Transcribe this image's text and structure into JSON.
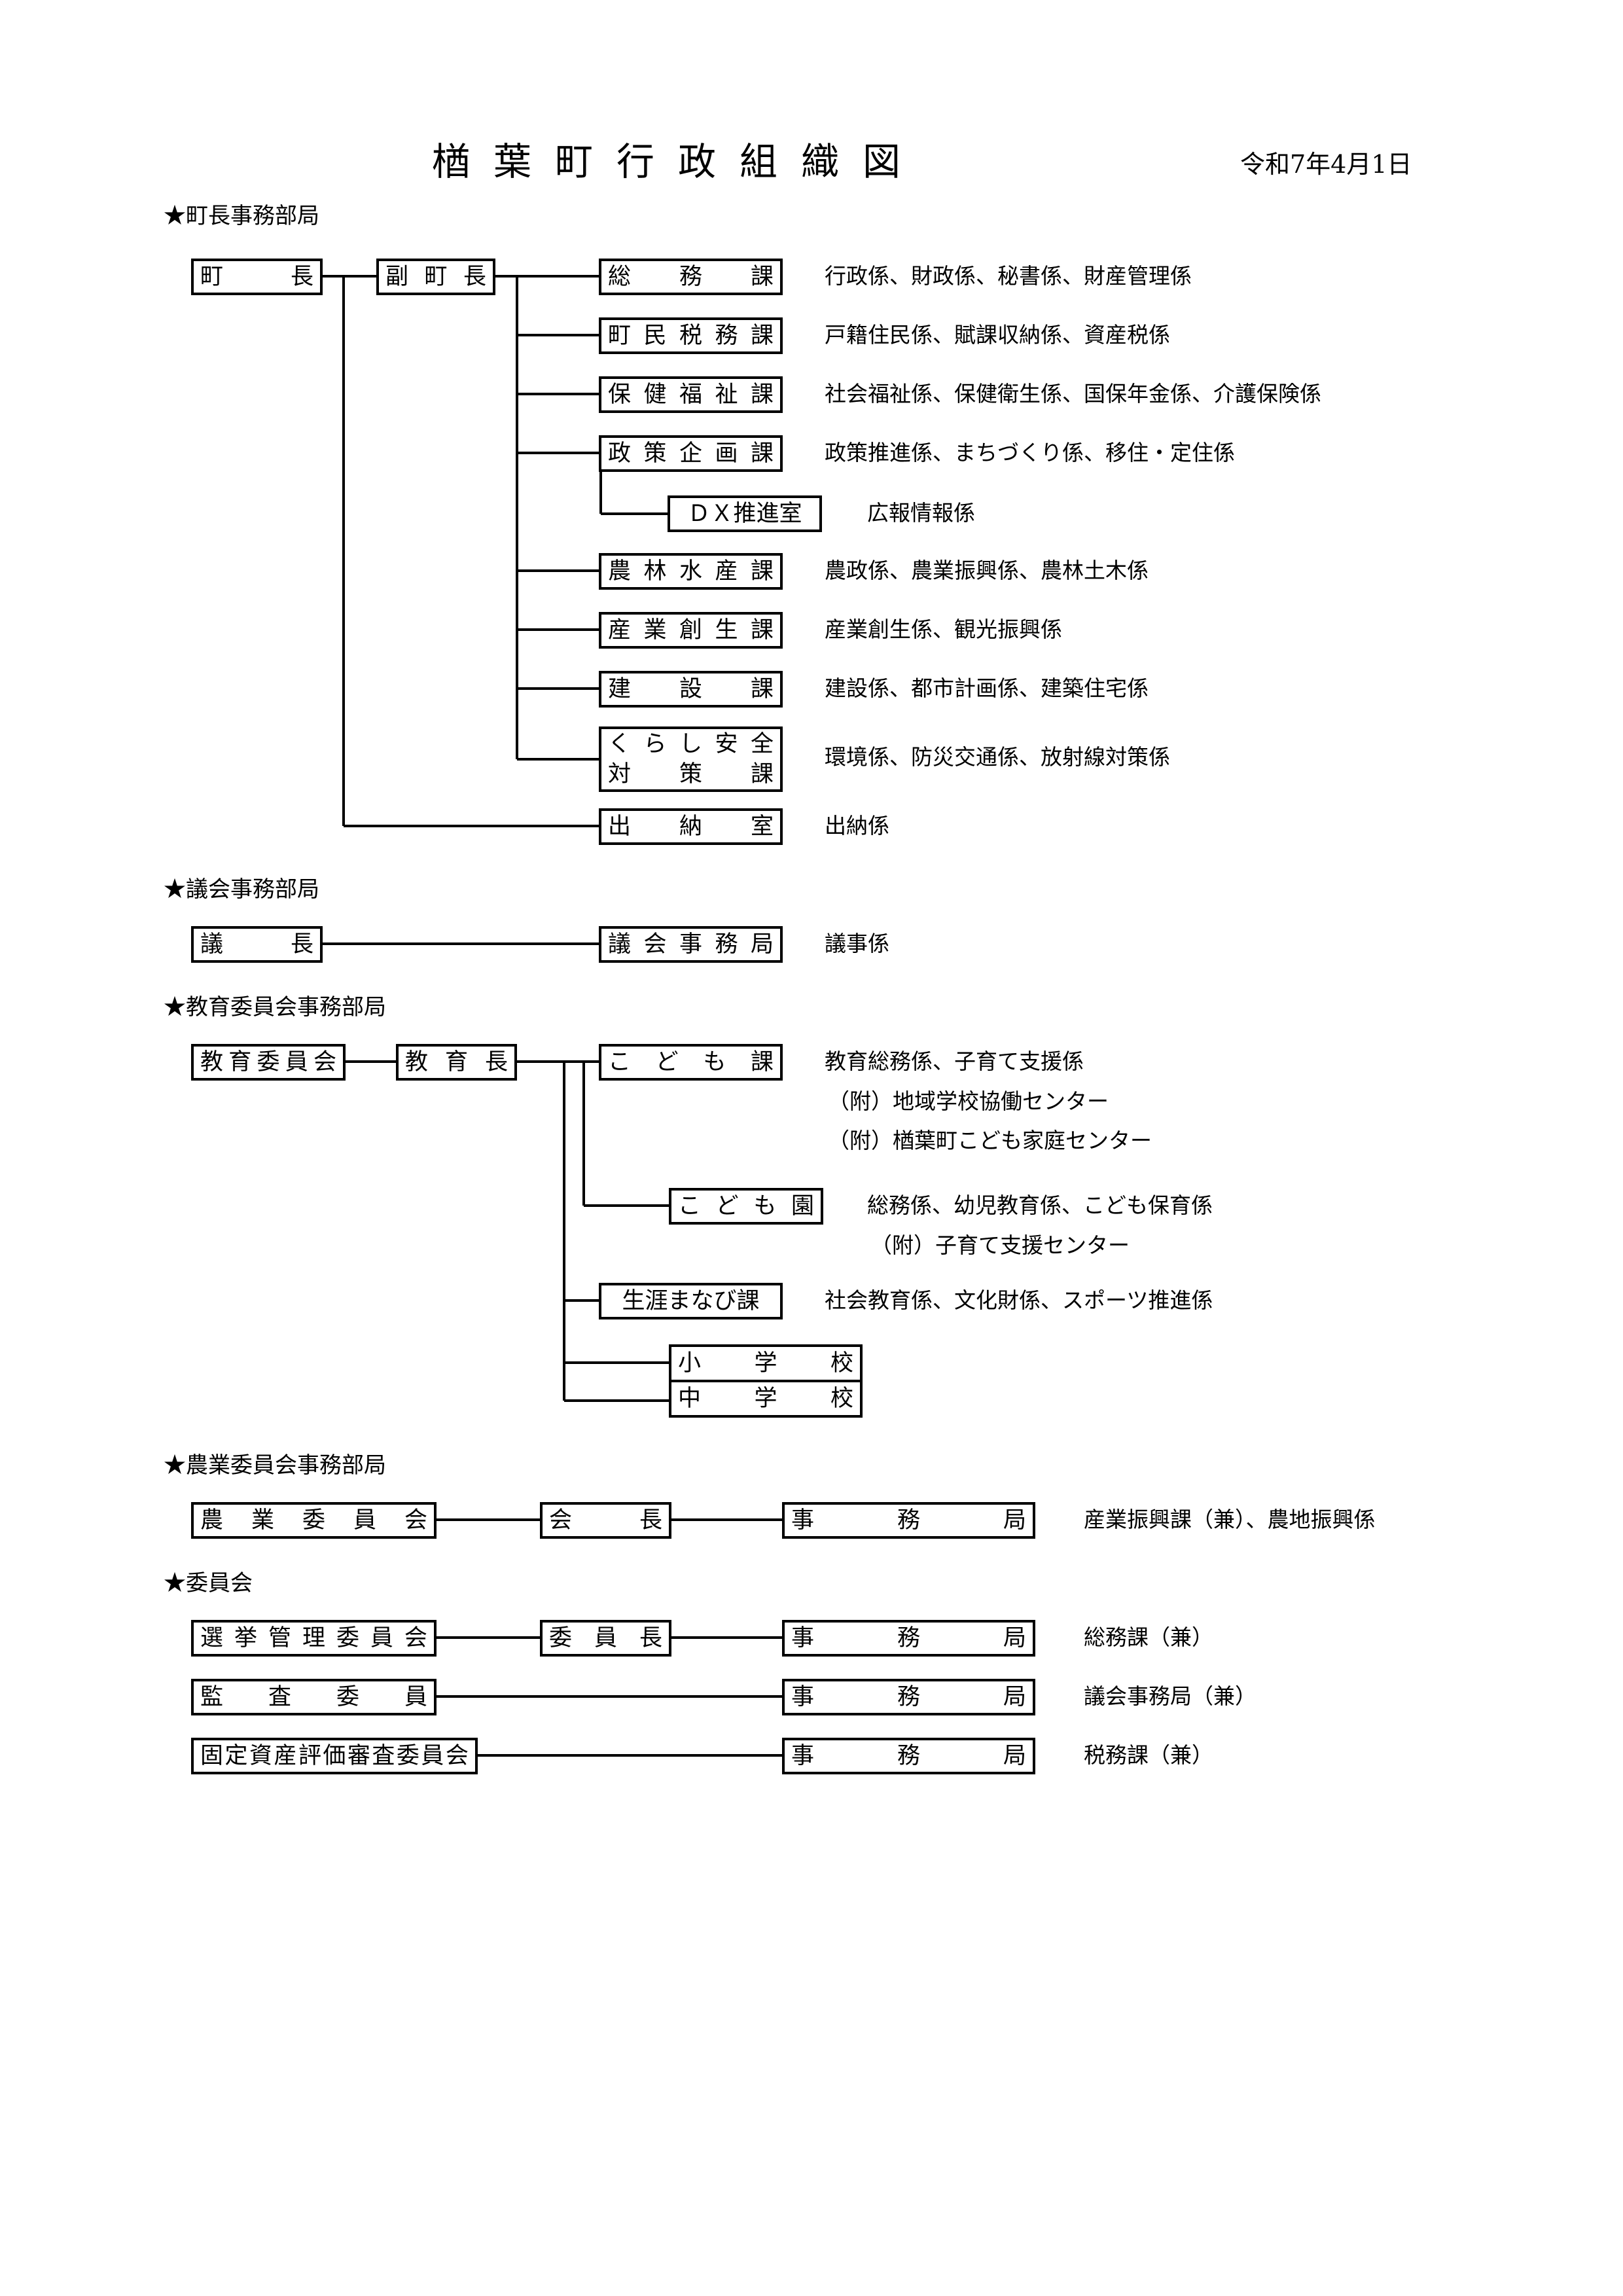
{
  "header": {
    "title": "楢葉町行政組織図",
    "date": "令和7年4月1日"
  },
  "sections": {
    "mayor": "★町長事務部局",
    "assembly": "★議会事務部局",
    "education": "★教育委員会事務部局",
    "agriculture": "★農業委員会事務部局",
    "committees": "★委員会"
  },
  "boxes": {
    "cho": "町長",
    "fukucho": "副町長",
    "somu": "総務課",
    "chominzeimu": "町民税務課",
    "hokenfukushi": "保健福祉課",
    "seisakukikaku": "政策企画課",
    "dx": "ＤＸ推進室",
    "norinsuisan": "農林水産課",
    "sangyososei": "産業創生課",
    "kensetsu": "建設課",
    "kurashi_1": "くらし安全",
    "kurashi_2": "対策課",
    "suitou": "出納室",
    "gicho": "議長",
    "gikaijimukyoku": "議会事務局",
    "kyoikuiinkai": "教育委員会",
    "kyoikucho": "教育長",
    "kodomoka": "こども課",
    "kodomoen": "こども園",
    "shogai": "生涯まなび課",
    "shogakko": "小学校",
    "chugakko": "中学校",
    "nogyoiinkai": "農業委員会",
    "kaicho": "会長",
    "jimukyoku_ag": "事務局",
    "senkyo": "選挙管理委員会",
    "iincho": "委員長",
    "jimukyoku_sen": "事務局",
    "kansa": "監査委員",
    "jimukyoku_kan": "事務局",
    "kotei": "固定資産評価審査委員会",
    "jimukyoku_kot": "事務局"
  },
  "descriptions": {
    "somu": "行政係、財政係、秘書係、財産管理係",
    "chominzeimu": "戸籍住民係、賦課収納係、資産税係",
    "hokenfukushi": "社会福祉係、保健衛生係、国保年金係、介護保険係",
    "seisakukikaku": "政策推進係、まちづくり係、移住・定住係",
    "dx": "広報情報係",
    "norinsuisan": "農政係、農業振興係、農林土木係",
    "sangyososei": "産業創生係、観光振興係",
    "kensetsu": "建設係、都市計画係、建築住宅係",
    "kurashi": "環境係、防災交通係、放射線対策係",
    "suitou": "出納係",
    "gikaijimukyoku": "議事係",
    "kodomoka": "教育総務係、子育て支援係",
    "kodomoka_a1": "（附）地域学校協働センター",
    "kodomoka_a2": "（附）楢葉町こども家庭センター",
    "kodomoen": "総務係、幼児教育係、こども保育係",
    "kodomoen_a1": "（附）子育て支援センター",
    "shogai": "社会教育係、文化財係、スポーツ推進係",
    "jimukyoku_ag": "産業振興課（兼）、農地振興係",
    "jimukyoku_sen": "総務課（兼）",
    "jimukyoku_kan": "議会事務局（兼）",
    "jimukyoku_kot": "税務課（兼）"
  }
}
